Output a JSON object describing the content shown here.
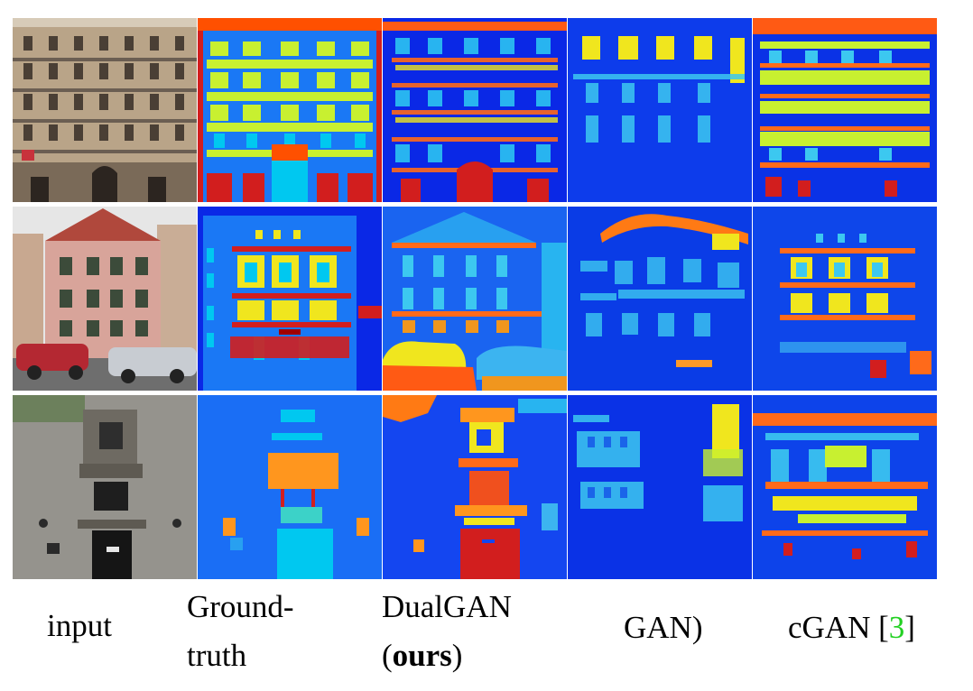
{
  "figure": {
    "captions": {
      "input": "input",
      "ground_truth_line1": "Ground-",
      "ground_truth_line2": "truth",
      "dualgan_line1": "DualGAN",
      "dualgan_open": "(",
      "dualgan_bold": "ours",
      "dualgan_close": ")",
      "gan": "GAN)",
      "cgan": "cGAN [",
      "cgan_ref": "3",
      "cgan_close": "]"
    },
    "colors": {
      "background_label": "#0a28e6",
      "window": "#c8f030",
      "facade": "#1a78f5",
      "balcony": "#f0e61e",
      "door": "#00c8f0",
      "wall_red": "#d21e1e",
      "cornice": "#ff5000",
      "reference_link": "#22d022"
    }
  }
}
